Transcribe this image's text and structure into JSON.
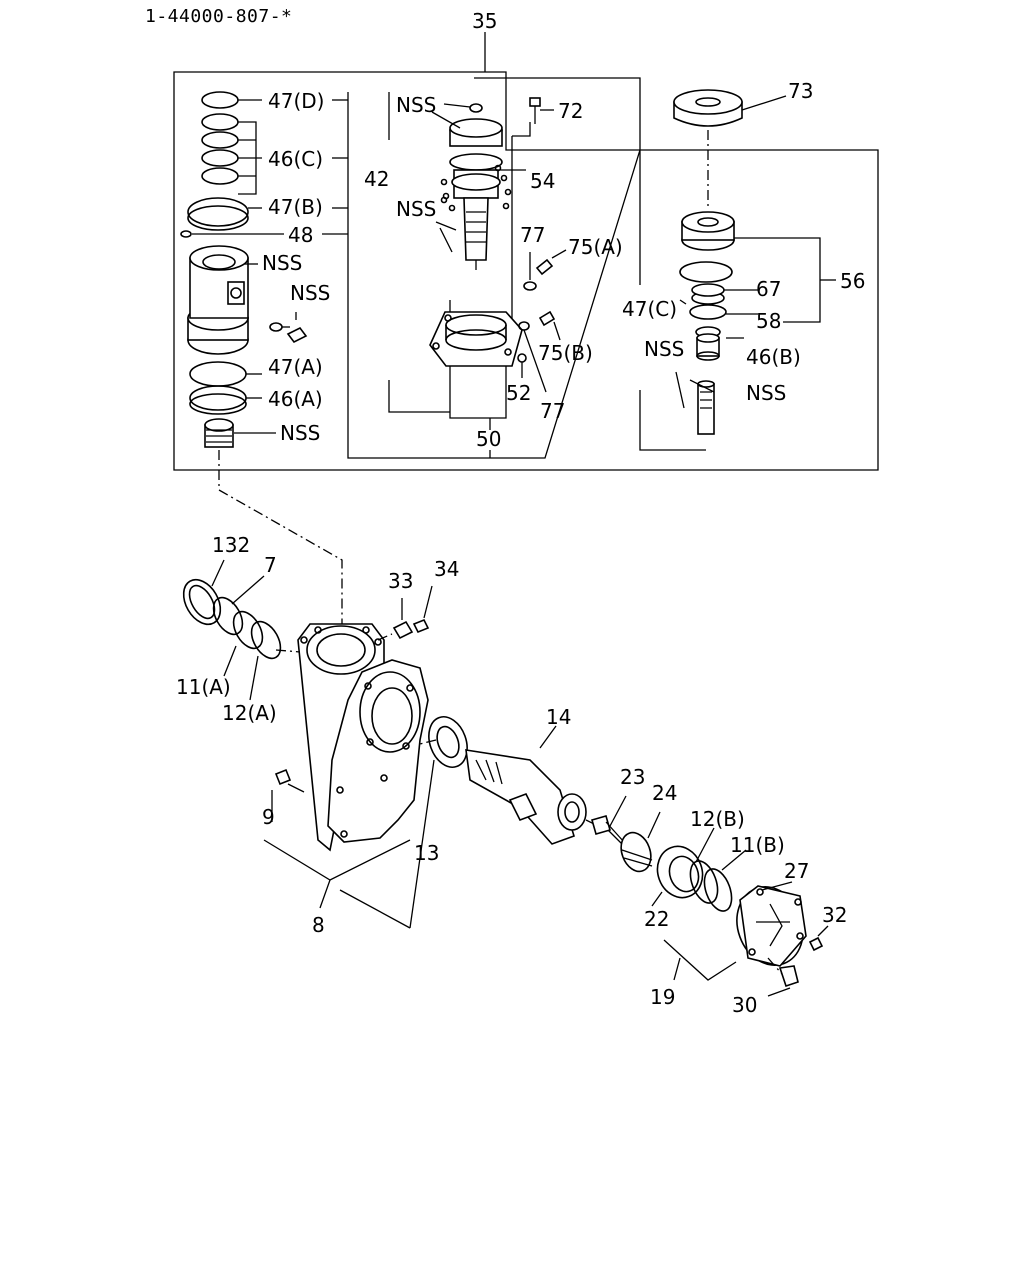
{
  "header": {
    "drawing_number": "1-44000-807-*"
  },
  "labels": {
    "l35": "35",
    "l47d": "47(D)",
    "l46c": "46(C)",
    "l42": "42",
    "l47b": "47(B)",
    "l48": "48",
    "nss_upper_ring": "NSS",
    "l72": "72",
    "l54": "54",
    "nss_valve": "NSS",
    "l73": "73",
    "l77a": "77",
    "l75a": "75(A)",
    "nss_housing": "NSS",
    "nss_bolt": "NSS",
    "l56": "56",
    "l67": "67",
    "l47c": "47(C)",
    "l58": "58",
    "l75b": "75(B)",
    "l47a": "47(A)",
    "l46a": "46(A)",
    "l52": "52",
    "l77b": "77",
    "nss_pin": "NSS",
    "l46b": "46(B)",
    "nss_shaft": "NSS",
    "nss_plug": "NSS",
    "l50": "50",
    "l132": "132",
    "l7": "7",
    "l33": "33",
    "l34": "34",
    "l11a": "11(A)",
    "l12a": "12(A)",
    "l14": "14",
    "l23": "23",
    "l24": "24",
    "l12b": "12(B)",
    "l11b": "11(B)",
    "l27": "27",
    "l9": "9",
    "l13": "13",
    "l22": "22",
    "l32": "32",
    "l8": "8",
    "l19": "19",
    "l30": "30"
  }
}
